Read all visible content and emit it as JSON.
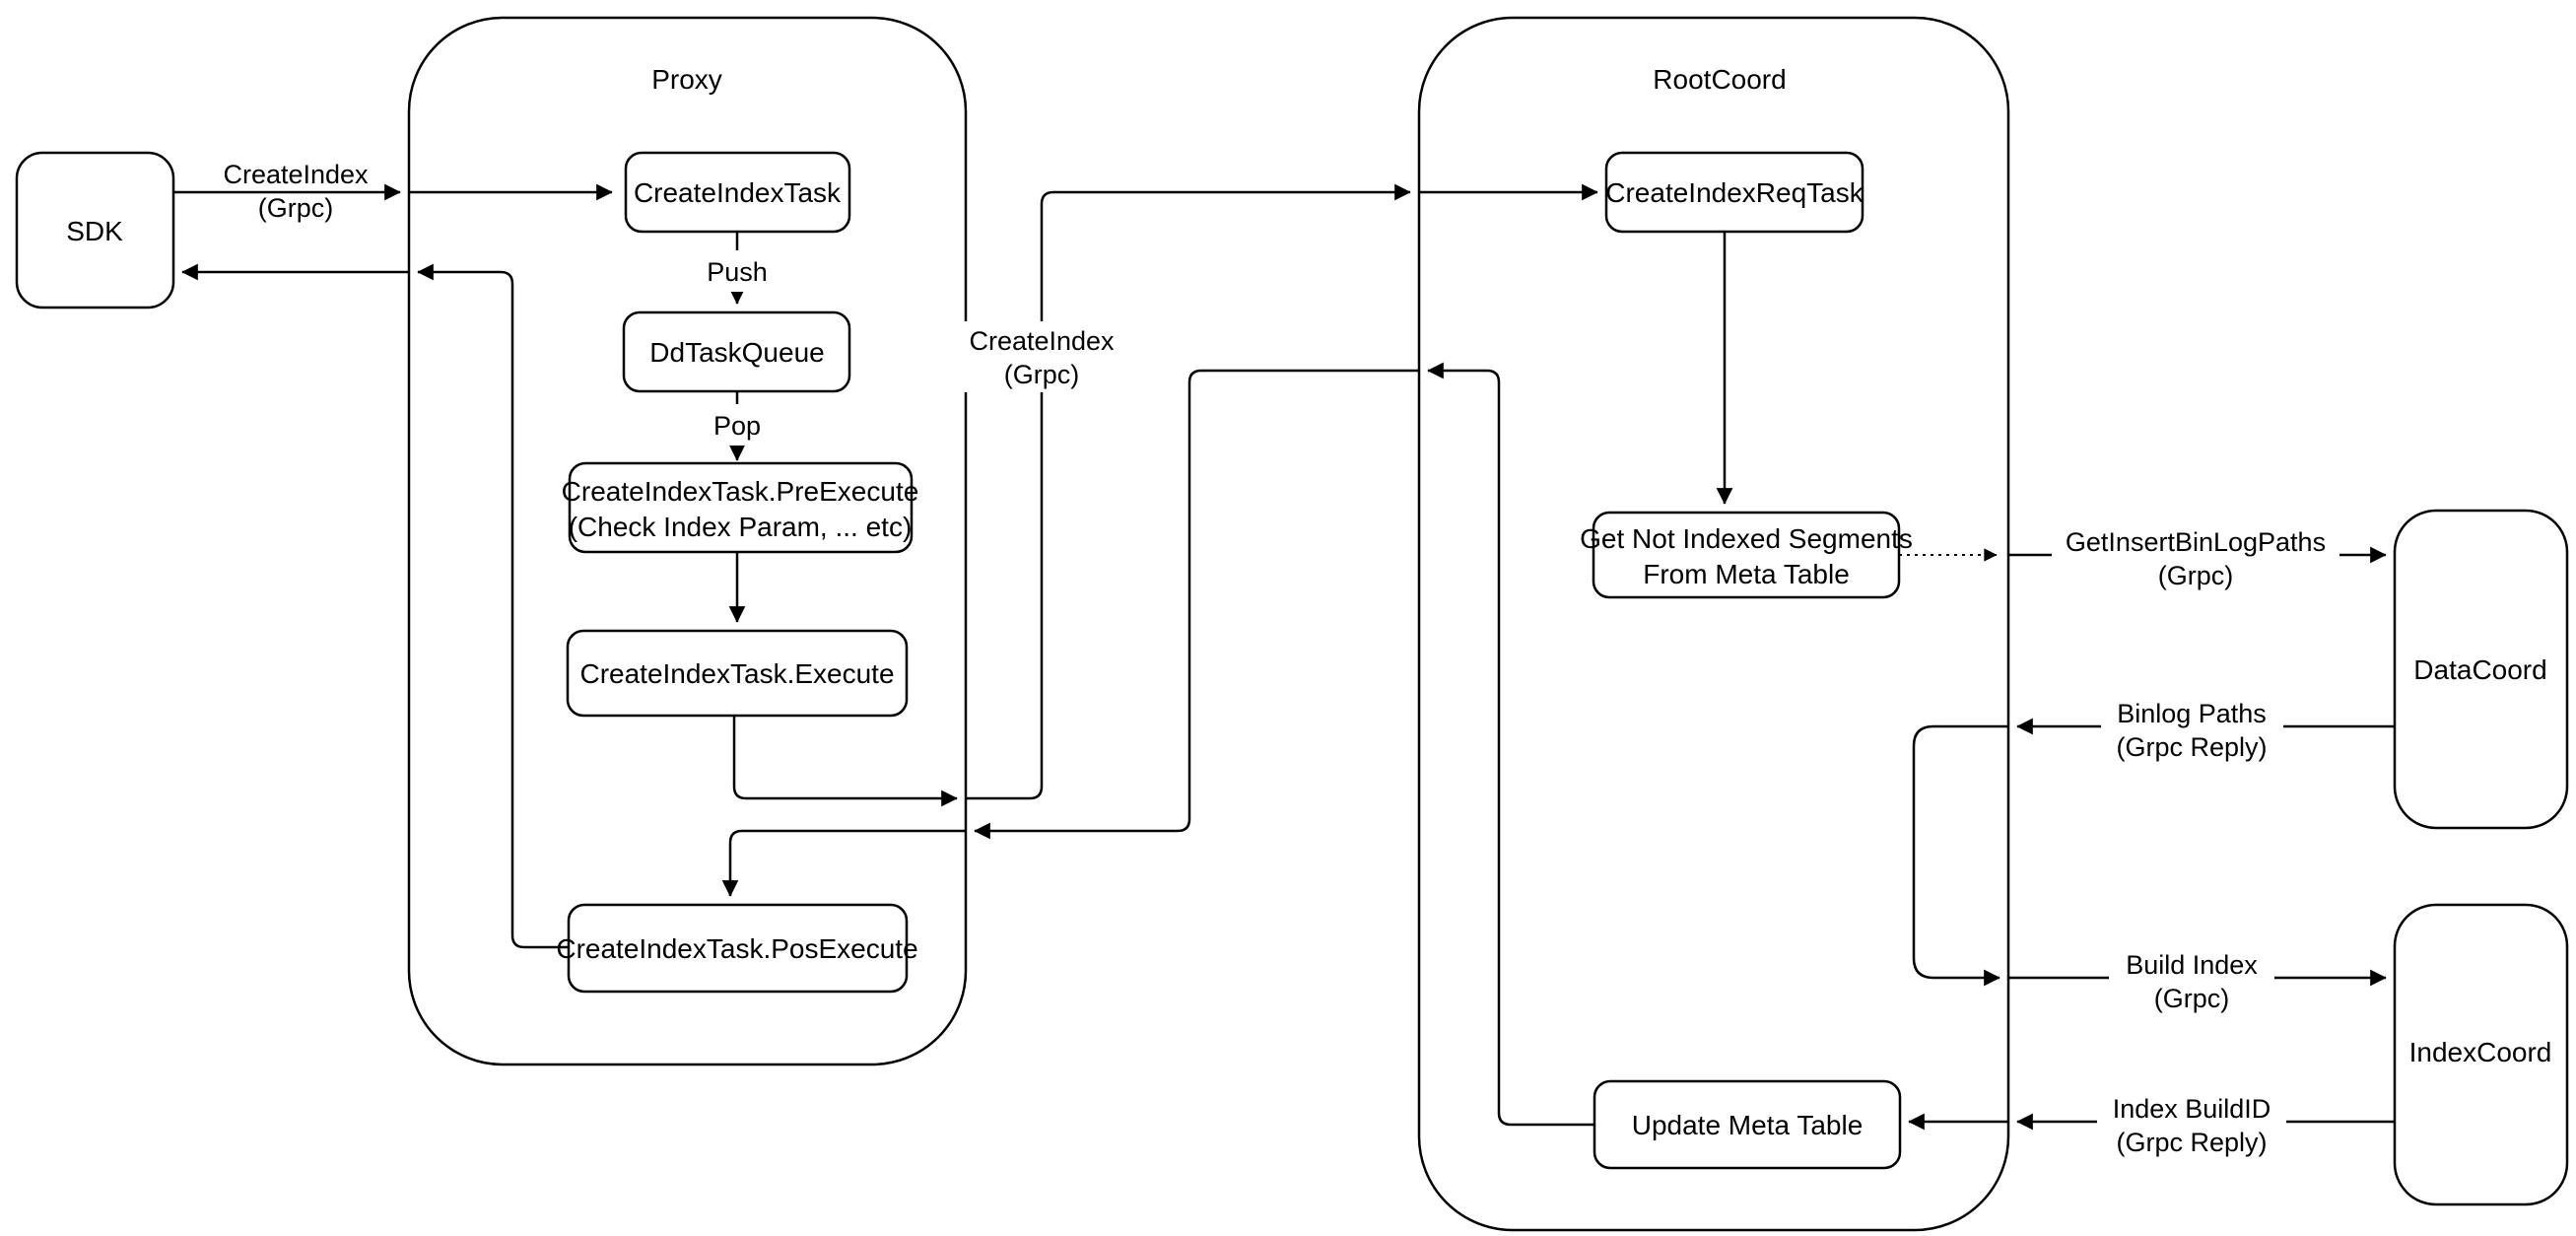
{
  "diagram": {
    "containers": {
      "proxy": {
        "title": "Proxy"
      },
      "rootcoord": {
        "title": "RootCoord"
      }
    },
    "nodes": {
      "sdk": {
        "label": "SDK"
      },
      "create_index_task": {
        "label": "CreateIndexTask"
      },
      "dd_task_queue": {
        "label": "DdTaskQueue"
      },
      "pre_execute": {
        "line1": "CreateIndexTask.PreExecute",
        "line2": "(Check Index Param, ... etc)"
      },
      "execute": {
        "label": "CreateIndexTask.Execute"
      },
      "pos_execute": {
        "label": "CreateIndexTask.PosExecute"
      },
      "create_index_req_task": {
        "label": "CreateIndexReqTask"
      },
      "get_not_indexed": {
        "line1": "Get Not Indexed Segments",
        "line2": "From Meta Table"
      },
      "update_meta_table": {
        "label": "Update Meta Table"
      },
      "datacoord": {
        "label": "DataCoord"
      },
      "indexcoord": {
        "label": "IndexCoord"
      }
    },
    "edge_labels": {
      "sdk_create_index": {
        "line1": "CreateIndex",
        "line2": "(Grpc)"
      },
      "push": "Push",
      "pop": "Pop",
      "proxy_root_create_index": {
        "line1": "CreateIndex",
        "line2": "(Grpc)"
      },
      "get_insert_binlog_paths": {
        "line1": "GetInsertBinLogPaths",
        "line2": "(Grpc)"
      },
      "binlog_paths": {
        "line1": "Binlog Paths",
        "line2": "(Grpc Reply)"
      },
      "build_index": {
        "line1": "Build Index",
        "line2": "(Grpc)"
      },
      "index_buildid": {
        "line1": "Index BuildID",
        "line2": "(Grpc Reply)"
      }
    },
    "colors": {
      "stroke": "#000000",
      "background": "#ffffff"
    }
  }
}
